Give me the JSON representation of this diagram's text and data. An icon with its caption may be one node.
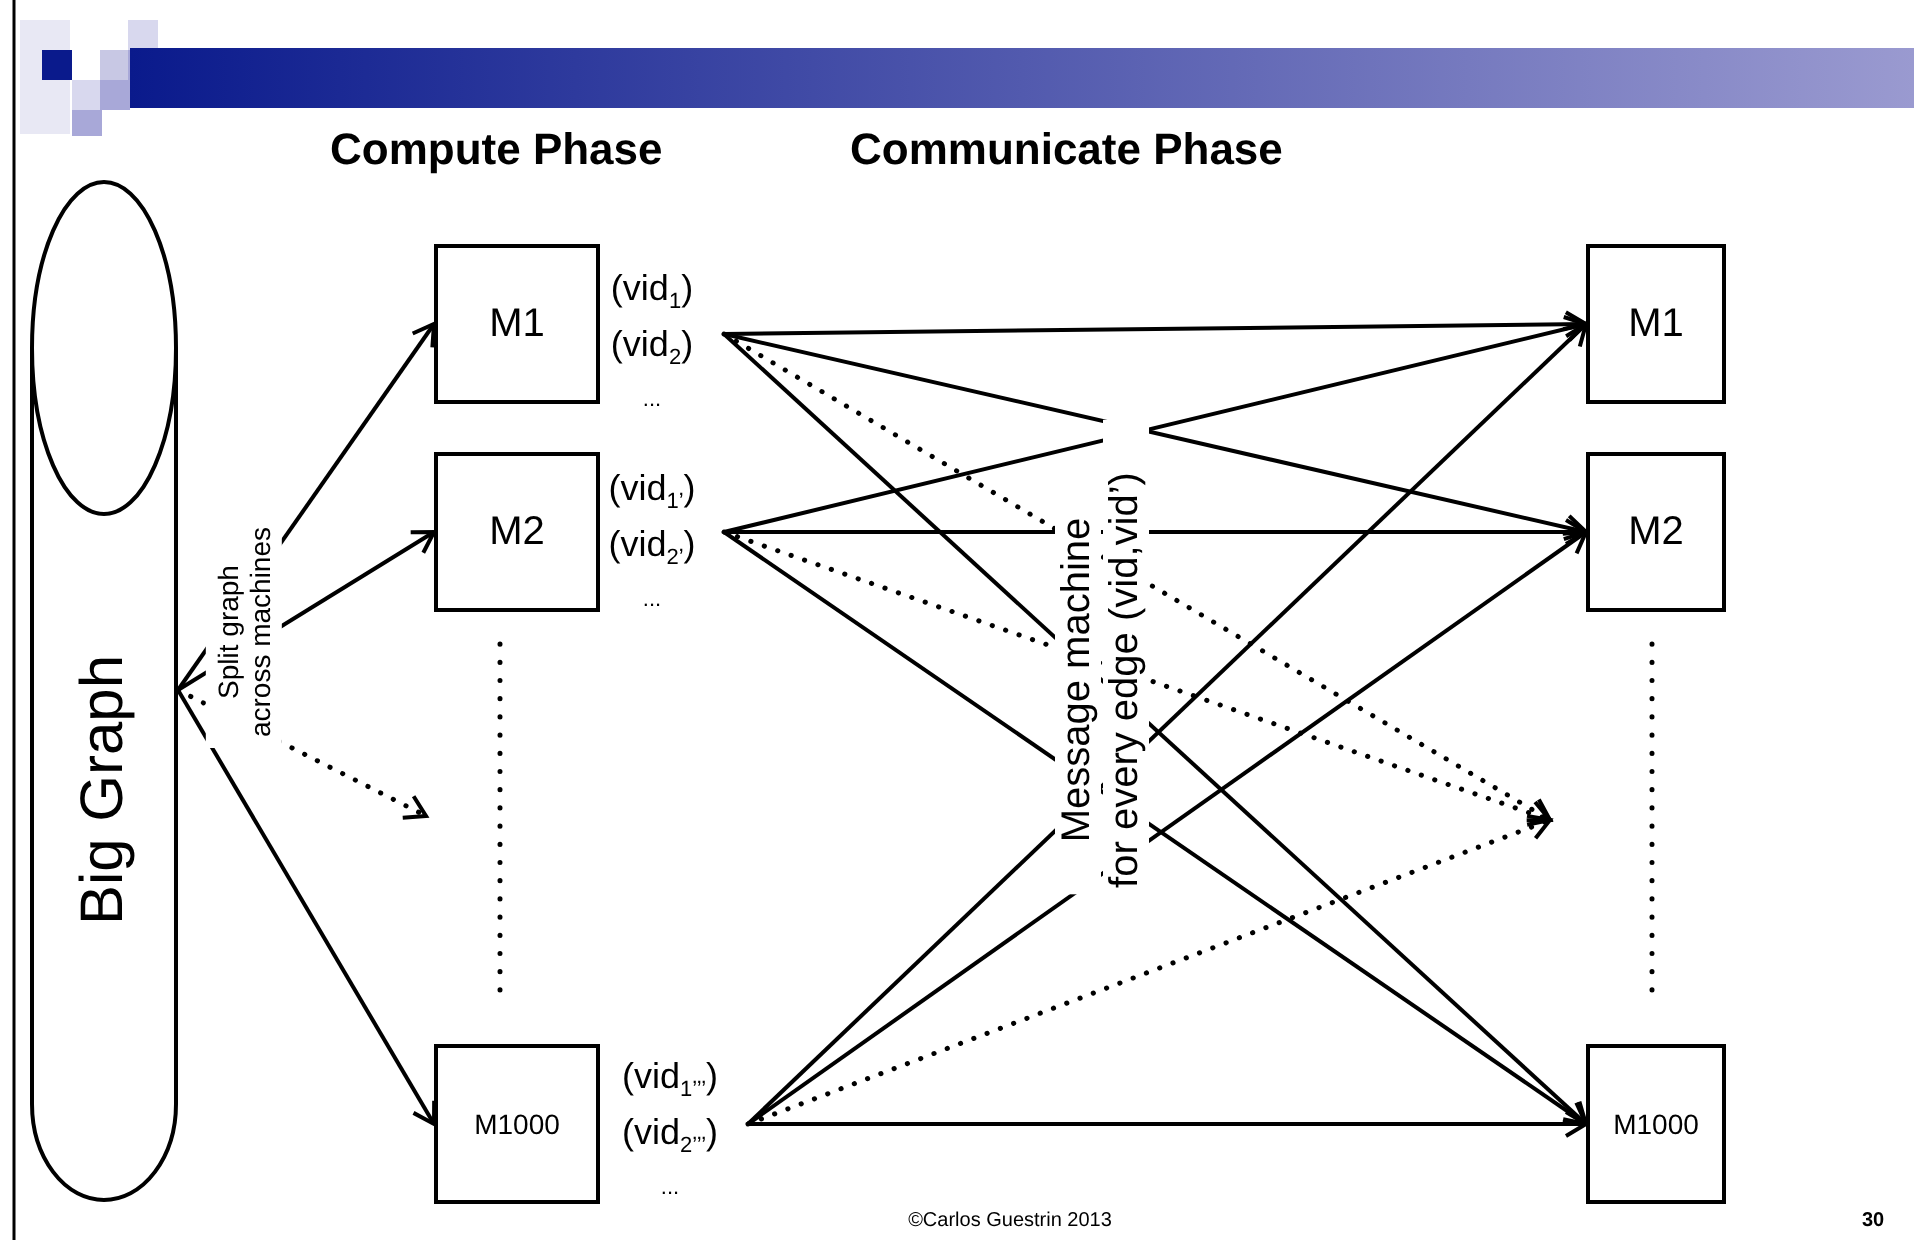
{
  "diagram": {
    "nodes": [
      {
        "text": [
          "Big Graph"
        ]
      },
      {
        "text": [
          "M1"
        ]
      },
      {
        "text": [
          "(vid$_{1}$)",
          "(vid$_{2}$)",
          "..."
        ]
      },
      {
        "text": [
          "M2"
        ]
      },
      {
        "text": [
          "(vid$_{1’}$)",
          "(vid$_{2’}$)",
          "..."
        ]
      },
      {
        "text": [
          "M1000"
        ]
      },
      {
        "text": [
          "(vid$_{1’’’}$)",
          "(vid$_{2’’’}$)",
          "..."
        ]
      },
      {
        "text": [
          "M1"
        ]
      },
      {
        "text": [
          "M2"
        ]
      },
      {
        "text": [
          "M1000"
        ]
      }
    ],
    "edges": [
      {
        "from": 0,
        "to": 1,
        "arrow": "to"
      },
      {
        "from": 0,
        "to": 3,
        "arrow": "to"
      },
      {
        "from": 0,
        "to": null,
        "arrow": "to",
        "style": "dashed"
      },
      {
        "from": 0,
        "to": 5,
        "arrow": "to"
      },
      {
        "from": 2,
        "to": 7,
        "arrow": "to"
      },
      {
        "from": 2,
        "to": 8,
        "arrow": "to"
      },
      {
        "from": 2,
        "to": 9,
        "arrow": "to"
      },
      {
        "from": 2,
        "to": null,
        "arrow": "to",
        "style": "dashed"
      },
      {
        "from": 4,
        "to": 7,
        "arrow": "to"
      },
      {
        "from": 4,
        "to": 8,
        "arrow": "to"
      },
      {
        "from": 4,
        "to": 9,
        "arrow": "to"
      },
      {
        "from": 4,
        "to": null,
        "arrow": "to",
        "style": "dashed"
      },
      {
        "from": 6,
        "to": 7,
        "arrow": "to"
      },
      {
        "from": 6,
        "to": 8,
        "arrow": "to"
      },
      {
        "from": 6,
        "to": 9,
        "arrow": "to"
      },
      {
        "from": 6,
        "to": null,
        "arrow": "to",
        "style": "dashed"
      }
    ],
    "labels": [
      "Compute Phase",
      "Communicate Phase",
      "Split graph across machines",
      "Message machine",
      "for every edge (vid,vid’)",
      "©Carlos Guestrin 2013",
      "30"
    ]
  }
}
